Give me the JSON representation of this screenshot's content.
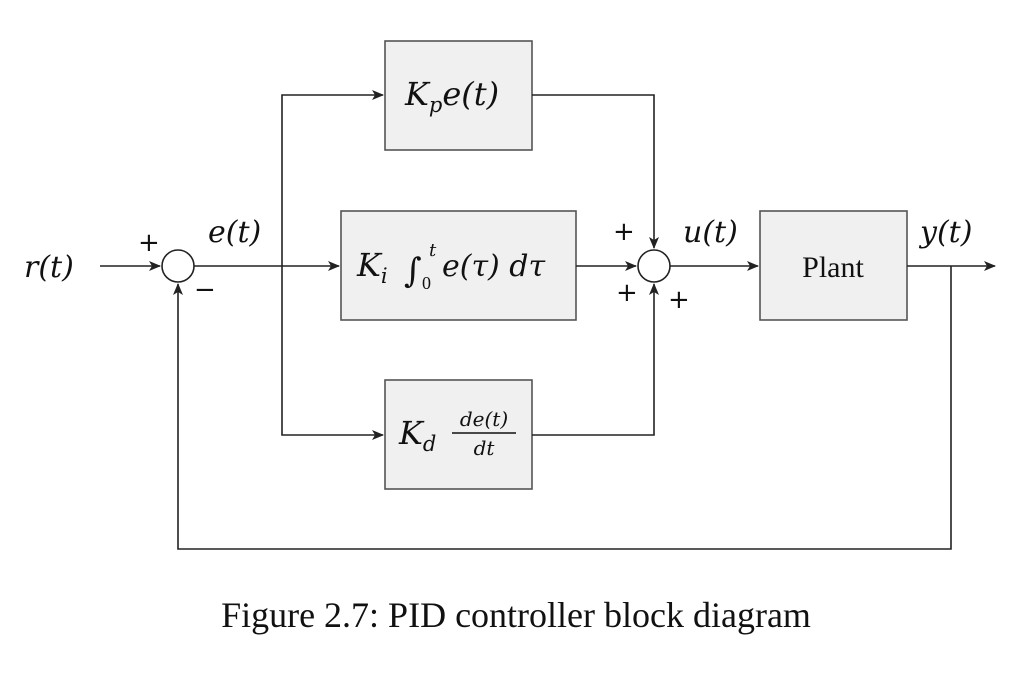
{
  "signals": {
    "reference": "r(t)",
    "error": "e(t)",
    "control": "u(t)",
    "output": "y(t)"
  },
  "blocks": {
    "proportional": {
      "gain": "K",
      "sub": "p",
      "expr": "e(t)"
    },
    "integral": {
      "gain": "K",
      "sub": "i",
      "integral": "∫",
      "upper": "t",
      "lower": "0",
      "expr": "e(τ) dτ"
    },
    "derivative": {
      "gain": "K",
      "sub": "d",
      "numerator": "de(t)",
      "denominator": "dt"
    },
    "plant": {
      "label": "Plant"
    }
  },
  "summing_junctions": {
    "error": {
      "plus": "+",
      "minus": "−"
    },
    "output": {
      "top": "+",
      "left": "+",
      "bottom": "+"
    }
  },
  "caption": "Figure 2.7: PID controller block diagram"
}
